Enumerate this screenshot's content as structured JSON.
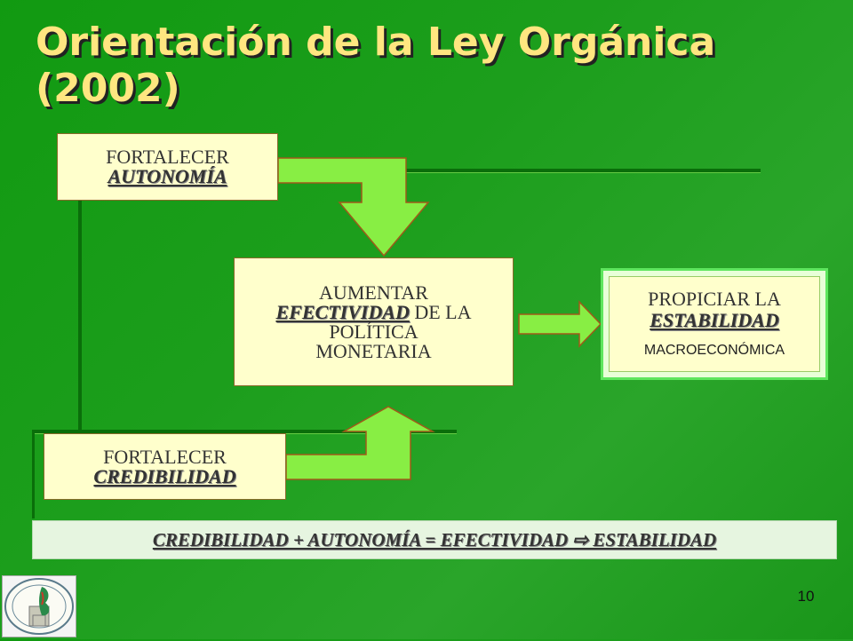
{
  "slide": {
    "title": "Orientación de la Ley Orgánica (2002)",
    "page_number": "10"
  },
  "boxes": {
    "autonomia": {
      "line1": "FORTALECER",
      "emphasis": "AUTONOMÍA"
    },
    "efectividad": {
      "line1": "AUMENTAR",
      "emphasis": "EFECTIVIDAD",
      "after_emphasis": " DE LA",
      "line3": "POLÍTICA",
      "line4": "MONETARIA"
    },
    "credibilidad": {
      "line1": "FORTALECER",
      "emphasis": "CREDIBILIDAD"
    },
    "estabilidad": {
      "line1": "PROPICIAR LA",
      "emphasis": "ESTABILIDAD",
      "line3": "MACROECONÓMICA"
    }
  },
  "equation": "CREDIBILIDAD + AUTONOMÍA = EFECTIVIDAD ⇨ ESTABILIDAD",
  "colors": {
    "background": "#1a9a1a",
    "title": "#ffe680",
    "box_fill": "#ffffcc",
    "arrow_fill": "#88ee44",
    "arrow_stroke": "#a05a1a"
  },
  "icons": {
    "logo": "banco-de-guatemala-seal-icon"
  }
}
